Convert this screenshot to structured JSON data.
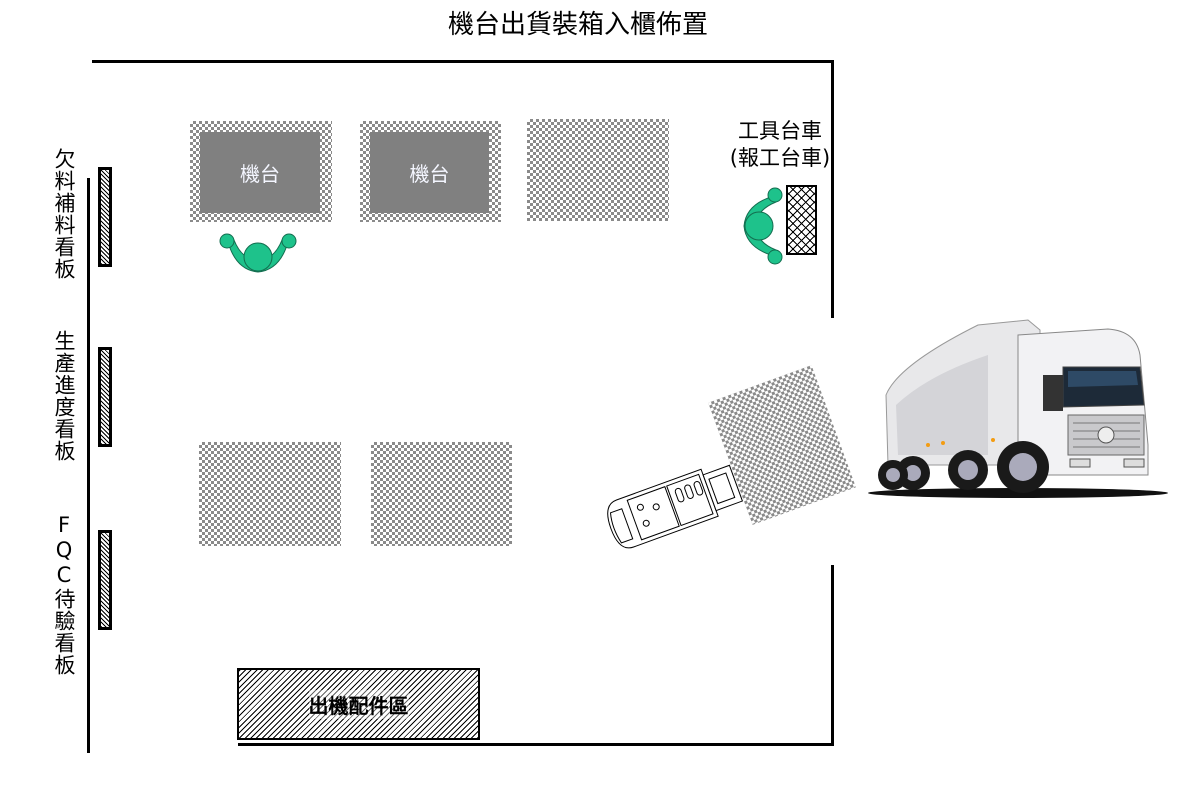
{
  "title": "機台出貨裝箱入櫃佈置",
  "machines": [
    {
      "label": "機台"
    },
    {
      "label": "機台"
    }
  ],
  "tool_cart": {
    "line1": "工具台車",
    "line2": "(報工台車)"
  },
  "boards": [
    {
      "label": "欠料補料看板"
    },
    {
      "label": "生產進度看板"
    },
    {
      "label": "FQC待驗看板"
    }
  ],
  "accessory_area": {
    "label": "出機配件區"
  },
  "colors": {
    "person": "#1ec28b",
    "machine": "#808080"
  }
}
